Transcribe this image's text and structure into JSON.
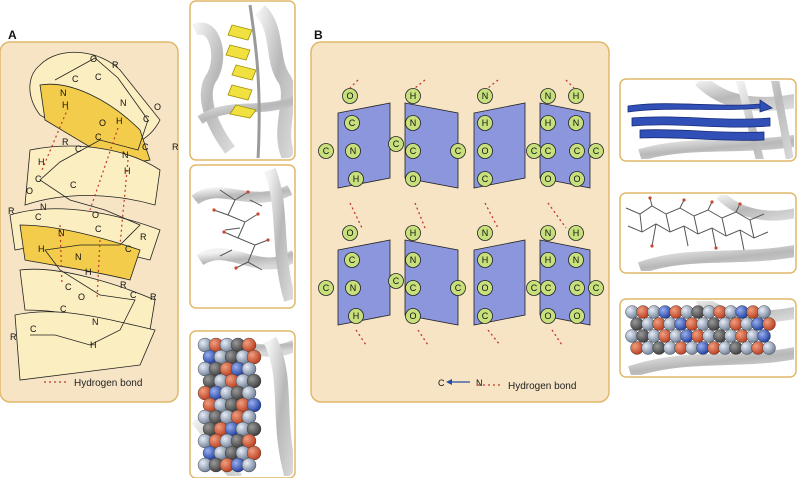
{
  "panel_a": {
    "label": "A",
    "legend_text": "Hydrogen bond",
    "helix_atoms": [
      {
        "t": "O"
      },
      {
        "t": "R"
      },
      {
        "t": "C"
      },
      {
        "t": "C"
      },
      {
        "t": "N"
      },
      {
        "t": "H"
      },
      {
        "t": "N"
      },
      {
        "t": "H"
      },
      {
        "t": "C"
      },
      {
        "t": "O"
      },
      {
        "t": "R"
      },
      {
        "t": "C"
      },
      {
        "t": "C"
      },
      {
        "t": "O"
      },
      {
        "t": "N"
      },
      {
        "t": "H"
      },
      {
        "t": "C"
      },
      {
        "t": "R"
      },
      {
        "t": "H"
      },
      {
        "t": "C"
      },
      {
        "t": "O"
      },
      {
        "t": "C"
      },
      {
        "t": "N"
      },
      {
        "t": "R"
      },
      {
        "t": "C"
      },
      {
        "t": "N"
      },
      {
        "t": "H"
      },
      {
        "t": "C"
      },
      {
        "t": "O"
      },
      {
        "t": "R"
      },
      {
        "t": "C"
      },
      {
        "t": "N"
      },
      {
        "t": "H"
      },
      {
        "t": "C"
      },
      {
        "t": "R"
      },
      {
        "t": "O"
      },
      {
        "t": "C"
      },
      {
        "t": "C"
      },
      {
        "t": "R"
      },
      {
        "t": "N"
      },
      {
        "t": "H"
      },
      {
        "t": "R"
      },
      {
        "t": "C"
      }
    ]
  },
  "panel_b": {
    "label": "B",
    "legend_text": "Hydrogen bond",
    "direction_c": "C",
    "direction_n": "N",
    "row_top": [
      "O",
      "C",
      "C",
      "N",
      "H",
      "C",
      "H",
      "N",
      "C",
      "O",
      "C",
      "N",
      "H",
      "O",
      "C",
      "C",
      "N",
      "H",
      "C",
      "O",
      "H",
      "N",
      "C",
      "O",
      "C"
    ],
    "row_bottom": [
      "O",
      "C",
      "C",
      "N",
      "H",
      "C",
      "H",
      "N",
      "C",
      "O",
      "C",
      "N",
      "H",
      "O",
      "C",
      "C",
      "N",
      "H",
      "C",
      "O",
      "H",
      "N",
      "C",
      "O",
      "C"
    ]
  },
  "images": {
    "helix_ribbon": "protein-helix-ribbon",
    "helix_sticks": "protein-helix-sticks",
    "helix_spacefill": "protein-helix-spacefill",
    "sheet_ribbon": "protein-sheet-ribbon",
    "sheet_sticks": "protein-sheet-sticks",
    "sheet_spacefill": "protein-sheet-spacefill"
  },
  "colors": {
    "panel_bg": "#f6e4c4",
    "panel_border": "#e0b86a",
    "helix_yellow": "#f2cc4a",
    "helix_light": "#fbeec0",
    "sheet_blue": "#8c96dc",
    "atom_green": "#c8e07c",
    "hbond_red": "#c0392b",
    "ribbon_yellow": "#f0e040",
    "ribbon_blue": "#3050b8"
  }
}
